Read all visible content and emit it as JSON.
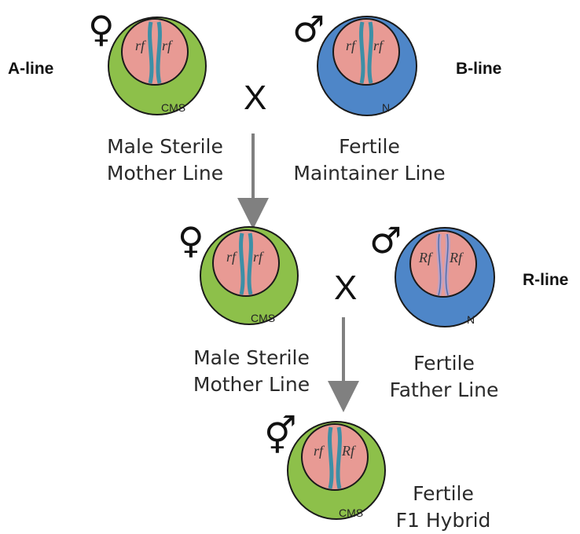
{
  "line_labels": {
    "a": "A-line",
    "b": "B-line",
    "r": "R-line"
  },
  "cross_symbol": "X",
  "sex_symbols": {
    "female": "♀",
    "male": "♂",
    "hermaphrodite": "⚥"
  },
  "cells": {
    "a_line": {
      "genotype_left": "rf",
      "genotype_right": "rf",
      "cytoplasm": "CMS",
      "caption_1": "Male Sterile",
      "caption_2": "Mother Line"
    },
    "b_line": {
      "genotype_left": "rf",
      "genotype_right": "rf",
      "cytoplasm": "N",
      "caption_1": "Fertile",
      "caption_2": "Maintainer Line"
    },
    "a_line_2": {
      "genotype_left": "rf",
      "genotype_right": "rf",
      "cytoplasm": "CMS",
      "caption_1": "Male Sterile",
      "caption_2": "Mother Line"
    },
    "r_line": {
      "genotype_left": "Rf",
      "genotype_right": "Rf",
      "cytoplasm": "N",
      "caption_1": "Fertile",
      "caption_2": "Father Line"
    },
    "f1_hybrid": {
      "genotype_left": "rf",
      "genotype_right": "Rf",
      "cytoplasm": "CMS",
      "caption_1": "Fertile",
      "caption_2": "F1 Hybrid"
    }
  },
  "colors": {
    "cms_cytoplasm": "#8dc04a",
    "normal_cytoplasm": "#4e86c8",
    "nucleus": "#e89a94",
    "chromosome": "#3d8fa6",
    "arrow": "#808080"
  }
}
